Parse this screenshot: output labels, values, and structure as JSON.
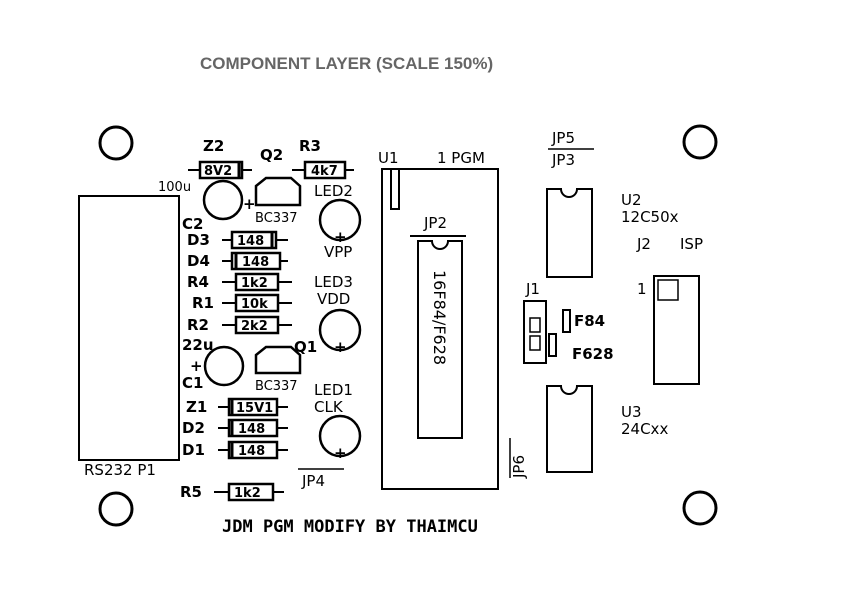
{
  "title": "COMPONENT LAYER (SCALE 150%)",
  "footer": "JDM PGM MODIFY BY THAIMCU",
  "components": {
    "z2": {
      "ref": "Z2",
      "value": "8V2"
    },
    "q2": {
      "ref": "Q2",
      "part": "BC337"
    },
    "r3": {
      "ref": "R3",
      "value": "4k7"
    },
    "c2": {
      "ref": "C2",
      "value": "100u",
      "polarity": "+"
    },
    "led2": {
      "ref": "LED2",
      "name": "VPP",
      "polarity": "+"
    },
    "d3": {
      "ref": "D3",
      "value": "148"
    },
    "d4": {
      "ref": "D4",
      "value": "148"
    },
    "r4": {
      "ref": "R4",
      "value": "1k2"
    },
    "r1": {
      "ref": "R1",
      "value": "10k"
    },
    "r2": {
      "ref": "R2",
      "value": "2k2"
    },
    "led3": {
      "ref": "LED3",
      "name": "VDD",
      "polarity": "+"
    },
    "c1": {
      "ref": "C1",
      "value": "22u",
      "polarity": "+"
    },
    "q1": {
      "ref": "Q1",
      "part": "BC337"
    },
    "led1": {
      "ref": "LED1",
      "name": "CLK",
      "polarity": "+"
    },
    "z1": {
      "ref": "Z1",
      "value": "15V1"
    },
    "d2": {
      "ref": "D2",
      "value": "148"
    },
    "d1": {
      "ref": "D1",
      "value": "148"
    },
    "r5": {
      "ref": "R5",
      "value": "1k2"
    },
    "p1": {
      "ref": "RS232 P1"
    },
    "jp4": {
      "ref": "JP4"
    },
    "u1": {
      "ref": "U1",
      "pin1": "1 PGM"
    },
    "jp2": {
      "ref": "JP2",
      "chip": "16F84/F628"
    },
    "jp5": {
      "ref": "JP5"
    },
    "jp3": {
      "ref": "JP3"
    },
    "u2": {
      "ref": "U2",
      "part": "12C50x"
    },
    "j1": {
      "ref": "J1",
      "opt1": "F84",
      "opt2": "F628"
    },
    "u3": {
      "ref": "U3",
      "part": "24Cxx"
    },
    "jp6": {
      "ref": "JP6"
    },
    "j2": {
      "ref": "J2",
      "name": "ISP",
      "pin1": "1"
    }
  }
}
